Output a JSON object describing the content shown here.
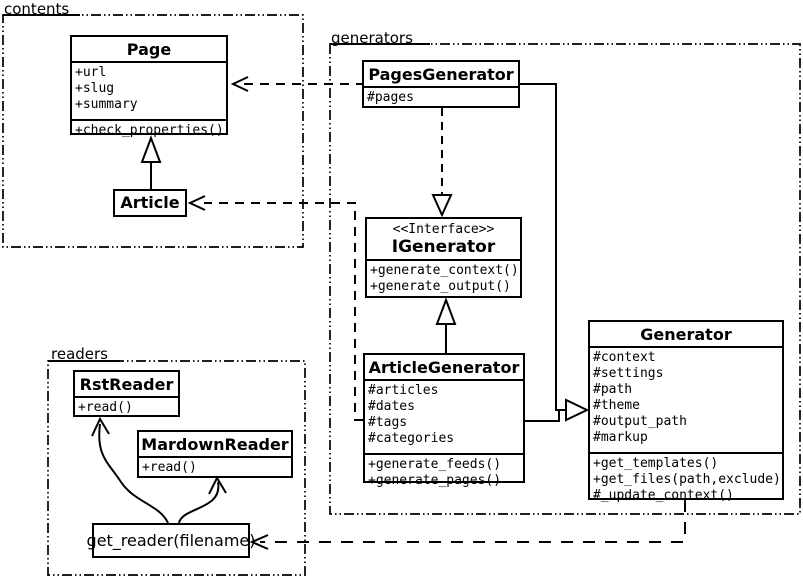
{
  "packages": {
    "contents": {
      "label": "contents"
    },
    "generators": {
      "label": "generators"
    },
    "readers": {
      "label": "readers"
    }
  },
  "classes": {
    "page": {
      "title": "Page",
      "attributes": [
        "+url",
        "+slug",
        "+summary"
      ],
      "methods": [
        "+check_properties()"
      ]
    },
    "article": {
      "title": "Article"
    },
    "pages_generator": {
      "title": "PagesGenerator",
      "attributes": [
        "#pages"
      ]
    },
    "igenerator": {
      "stereotype": "<<Interface>>",
      "title": "IGenerator",
      "methods": [
        "+generate_context()",
        "+generate_output()"
      ]
    },
    "article_generator": {
      "title": "ArticleGenerator",
      "attributes": [
        "#articles",
        "#dates",
        "#tags",
        "#categories"
      ],
      "methods": [
        "+generate_feeds()",
        "+generate_pages()"
      ]
    },
    "generator": {
      "title": "Generator",
      "attributes": [
        "#context",
        "#settings",
        "#path",
        "#theme",
        "#output_path",
        "#markup"
      ],
      "methods": [
        "+get_templates()",
        "+get_files(path,exclude)",
        "#_update_context()"
      ]
    },
    "rst_reader": {
      "title": "RstReader",
      "methods": [
        "+read()"
      ]
    },
    "mardown_reader": {
      "title": "MardownReader",
      "methods": [
        "+read()"
      ]
    },
    "get_reader": {
      "label": "get_reader(filename)"
    }
  },
  "relationships": [
    {
      "from": "Article",
      "to": "Page",
      "type": "generalization"
    },
    {
      "from": "PagesGenerator",
      "to": "Page",
      "type": "dependency"
    },
    {
      "from": "ArticleGenerator",
      "to": "Article",
      "type": "dependency"
    },
    {
      "from": "PagesGenerator",
      "to": "IGenerator",
      "type": "realization"
    },
    {
      "from": "ArticleGenerator",
      "to": "IGenerator",
      "type": "generalization"
    },
    {
      "from": "PagesGenerator",
      "to": "Generator",
      "type": "generalization"
    },
    {
      "from": "ArticleGenerator",
      "to": "Generator",
      "type": "generalization"
    },
    {
      "from": "Generator",
      "to": "get_reader(filename)",
      "type": "dependency"
    },
    {
      "from": "get_reader(filename)",
      "to": "RstReader",
      "type": "arrow"
    },
    {
      "from": "get_reader(filename)",
      "to": "MardownReader",
      "type": "arrow"
    }
  ],
  "colors": {
    "line": "#000000",
    "background": "#ffffff",
    "box_fill": "#ffffff"
  }
}
